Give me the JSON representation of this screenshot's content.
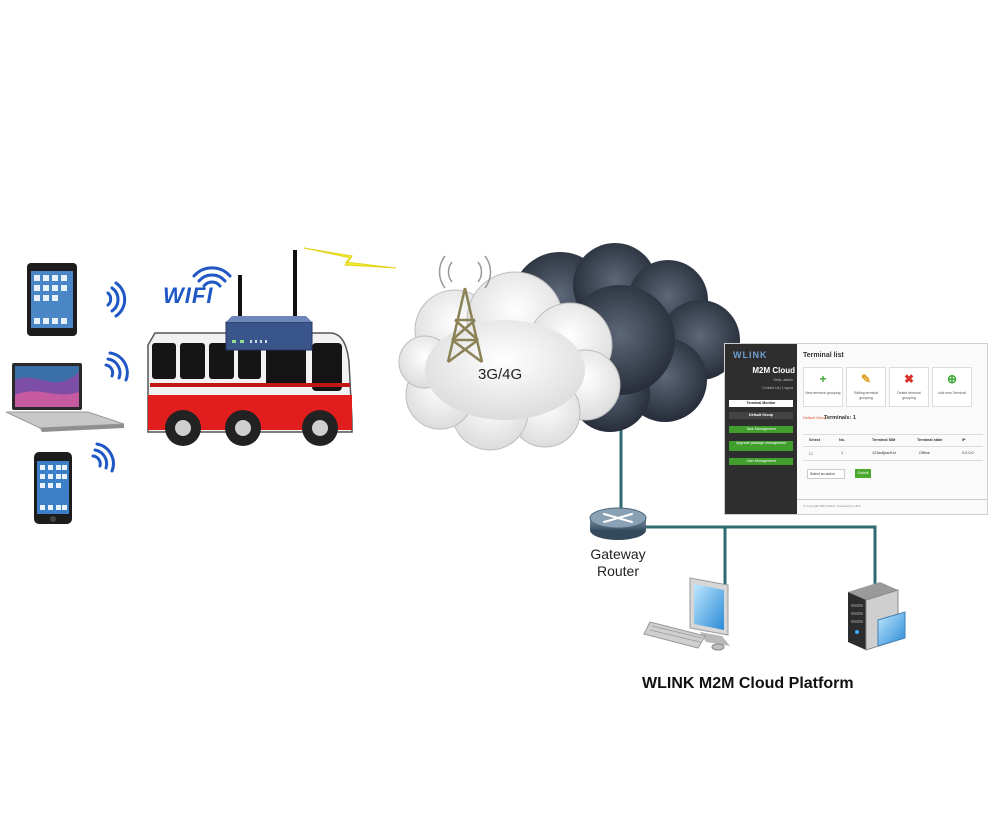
{
  "diagram": {
    "wifi_label": "WIFI",
    "cloud_label": "3G/4G",
    "router_label_line1": "Gateway",
    "router_label_line2": "Router",
    "platform_title": "WLINK M2M Cloud Platform"
  },
  "screenshot": {
    "logo": "WLINK",
    "brand": "M2M Cloud",
    "hello": "Hello, admin",
    "links": "Contact Us | Logout",
    "nav": [
      {
        "label": "Terminal Monitor",
        "style": "white"
      },
      {
        "label": "Default Group",
        "style": "dark"
      },
      {
        "label": "Task Management",
        "style": "green"
      },
      {
        "label": "Upgrade package management",
        "style": "green"
      },
      {
        "label": "User Management",
        "style": "green"
      }
    ],
    "page_title": "Terminal list",
    "toolbar": [
      {
        "label": "New terminal grouping",
        "icon": "plus-icon",
        "color": "#3aa832"
      },
      {
        "label": "Editing terminal grouping",
        "icon": "pencil-icon",
        "color": "#e0a020"
      },
      {
        "label": "Delete terminal grouping",
        "icon": "delete-icon",
        "color": "#d8322a"
      },
      {
        "label": "Add new Terminal",
        "icon": "add-circle-icon",
        "color": "#3aa832"
      }
    ],
    "group_label": "Default Group",
    "terminals_count": "Terminals: 1",
    "columns": [
      "Select",
      "No.",
      "Terminal SIM",
      "Terminal state",
      "IP"
    ],
    "row": [
      "",
      "1",
      "123adfjasdf.sf",
      "Offline",
      "0.0.0.0"
    ],
    "action_select": "Select an action",
    "submit_label": "Submit",
    "footer": "© Copyright 2014 Wlink | Powered by wlink"
  },
  "colors": {
    "wifi_blue": "#1f57c5",
    "link_line": "#2f6b70",
    "bus_red": "#e11d1d",
    "accent_green": "#3f9e2c"
  }
}
